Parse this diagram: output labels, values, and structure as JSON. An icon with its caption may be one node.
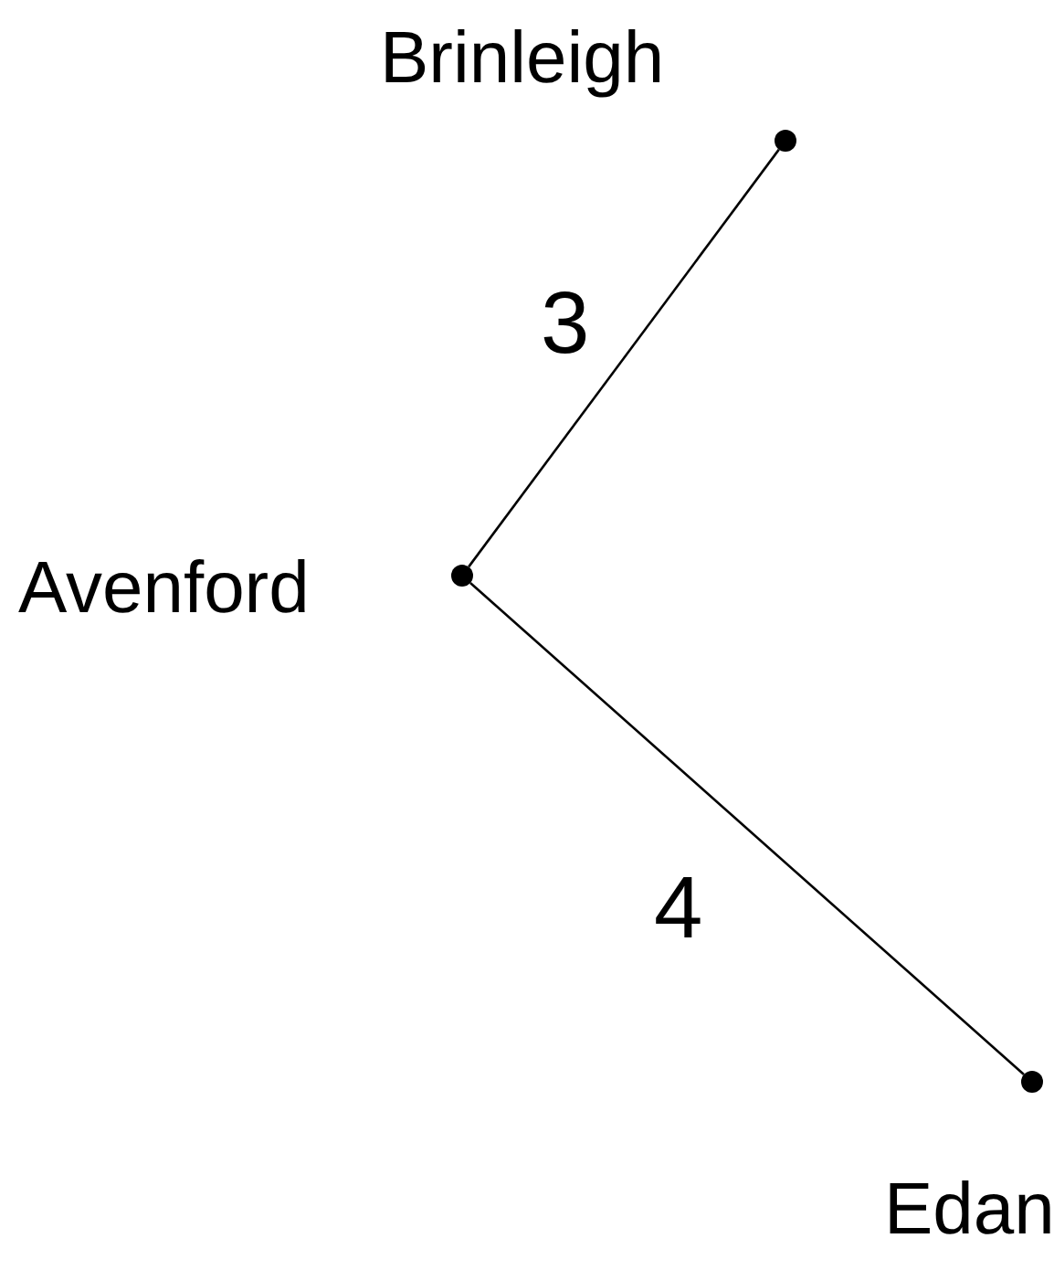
{
  "diagram": {
    "nodes": [
      {
        "text": [],
        "shape": "circle",
        "beside": [
          "Brinleigh"
        ]
      },
      {
        "text": [],
        "shape": "circle",
        "beside": [
          "Avenford"
        ]
      },
      {
        "text": [],
        "shape": "circle",
        "beside": [
          "Edan"
        ]
      }
    ],
    "edges": [
      {
        "from": 1,
        "to": 0,
        "arrow": "none",
        "label": "3"
      },
      {
        "from": 1,
        "to": 2,
        "arrow": "none",
        "label": "4"
      }
    ]
  }
}
